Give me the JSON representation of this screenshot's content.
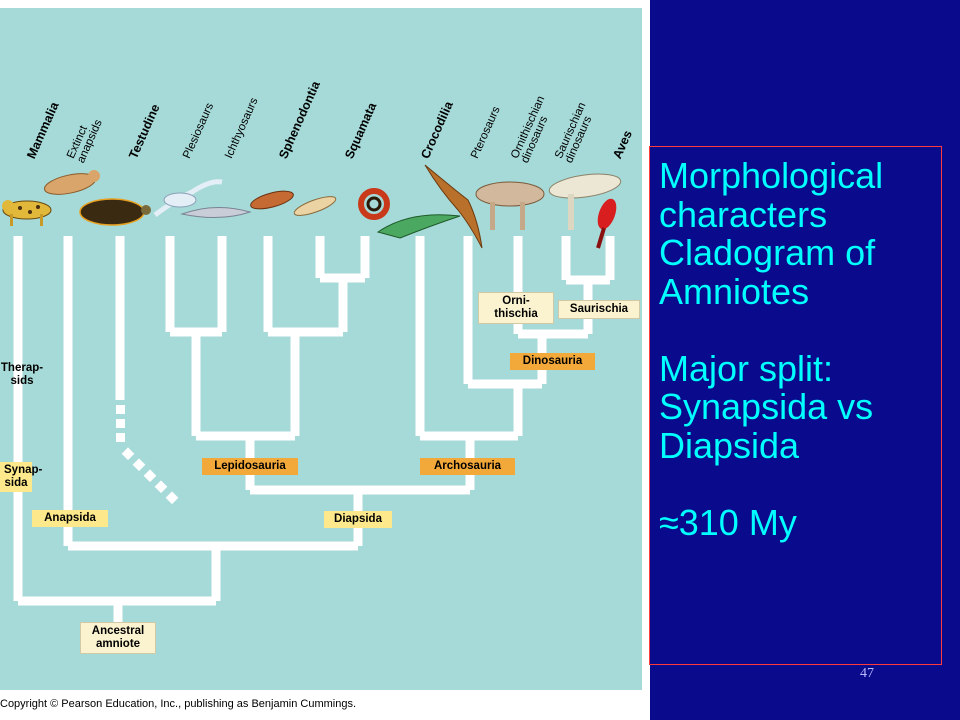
{
  "taxa": [
    {
      "name": "Mammalia",
      "bold": true
    },
    {
      "name": "Extinct\nanapsids",
      "bold": false
    },
    {
      "name": "Testudine",
      "bold": true
    },
    {
      "name": "Plesiosaurs",
      "bold": false
    },
    {
      "name": "Ichthyosaurs",
      "bold": false
    },
    {
      "name": "Sphenodontia",
      "bold": true
    },
    {
      "name": "Squamata",
      "bold": true
    },
    {
      "name": "Crocodilia",
      "bold": true
    },
    {
      "name": "Pterosaurs",
      "bold": false
    },
    {
      "name": "Ornithischian\ndinosaurs",
      "bold": false
    },
    {
      "name": "Saurischian\ndinosaurs",
      "bold": false
    },
    {
      "name": "Aves",
      "bold": true
    }
  ],
  "clades": {
    "therapsids": "Therap-\nsids",
    "synapsida": "Synap-\nsida",
    "anapsida": "Anapsida",
    "lepidosauria": "Lepidosauria",
    "diapsida": "Diapsida",
    "archosauria": "Archosauria",
    "dinosauria": "Dinosauria",
    "ornithischia": "Orni-\nthischia",
    "saurischia": "Saurischia",
    "ancestral": "Ancestral\namniote"
  },
  "copyright": "Copyright © Pearson Education, Inc., publishing as Benjamin Cummings.",
  "slide_text": {
    "title_lines": [
      "Morphological",
      "characters",
      "Cladogram of",
      "Amniotes"
    ],
    "split_lines": [
      "Major split:",
      "Synapsida vs",
      "Diapsida"
    ],
    "age": "≈310 My"
  },
  "page_number": "47",
  "colors": {
    "panel_bg": "#a6dad8",
    "slide_bg": "#0a0a8c",
    "slide_text": "#00ffff",
    "branch": "#ffffff",
    "tag_orange": "#f3a93a",
    "tag_yellow": "#fde98c",
    "tag_cream": "#fbf3cf",
    "border": "#ff3a3a"
  },
  "icons": [
    "leopard-icon",
    "anapsid-icon",
    "turtle-icon",
    "plesiosaur-icon",
    "ichthyosaur-icon",
    "tuatara-icon",
    "lizard-icon",
    "snake-icon",
    "crocodile-icon",
    "pterosaur-icon",
    "ornithischian-dinosaur-icon",
    "saurischian-dinosaur-icon",
    "cardinal-bird-icon"
  ]
}
